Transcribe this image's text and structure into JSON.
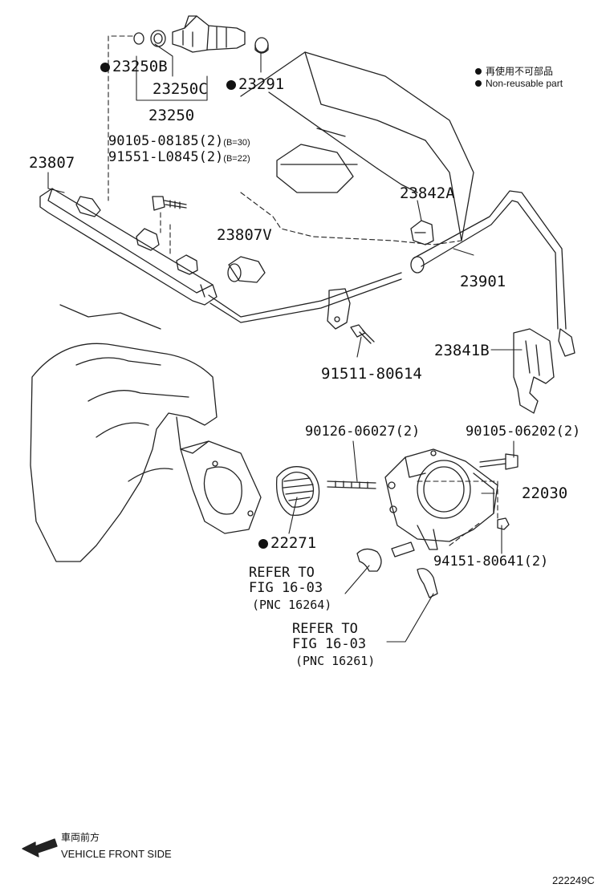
{
  "legend": {
    "line1": "再使用不可部品",
    "line2": "Non-reusable part"
  },
  "parts": {
    "p23250B": "23250B",
    "p23250C": "23250C",
    "p23250": "23250",
    "p23291": "23291",
    "p90105_08185": "90105-08185(2)",
    "p90105_08185_note": "(B=30)",
    "p91551_L0845": "91551-L0845(2)",
    "p91551_L0845_note": "(B=22)",
    "p23807": "23807",
    "p23842A": "23842A",
    "p23807V": "23807V",
    "p23901": "23901",
    "p91511_80614": "91511-80614",
    "p23841B": "23841B",
    "p90126_06027": "90126-06027(2)",
    "p90105_06202": "90105-06202(2)",
    "p22030": "22030",
    "p22271": "22271",
    "p94151_80641": "94151-80641(2)"
  },
  "refs": {
    "ref1_line1": "REFER TO",
    "ref1_line2": "FIG 16-03",
    "ref1_line3": "(PNC 16264)",
    "ref2_line1": "REFER TO",
    "ref2_line2": "FIG 16-03",
    "ref2_line3": "(PNC 16261)"
  },
  "direction": {
    "line1": "車両前方",
    "line2": "VEHICLE FRONT SIDE"
  },
  "figure_id": "222249C"
}
